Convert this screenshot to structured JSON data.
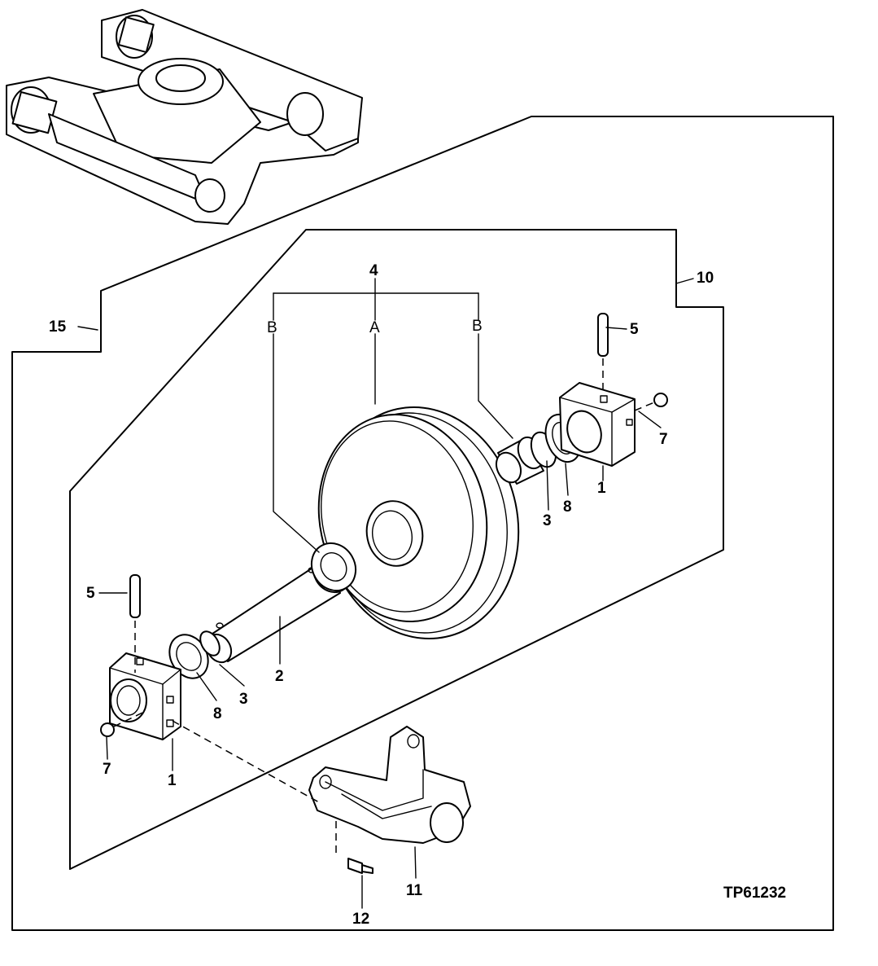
{
  "figure_id": "TP61232",
  "callouts": {
    "c1a": "1",
    "c1b": "1",
    "c2": "2",
    "c3a": "3",
    "c3b": "3",
    "c4": "4",
    "c5a": "5",
    "c5b": "5",
    "c7a": "7",
    "c7b": "7",
    "c8a": "8",
    "c8b": "8",
    "c10": "10",
    "c11": "11",
    "c12": "12",
    "c15": "15"
  },
  "refs": {
    "a": "A",
    "b1": "B",
    "b2": "B"
  }
}
